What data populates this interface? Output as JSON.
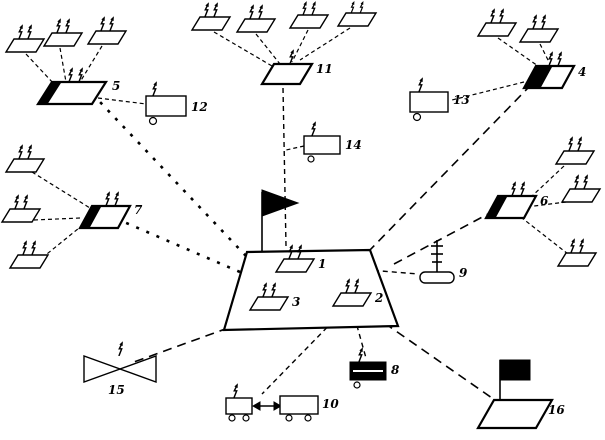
{
  "figure": {
    "colors": {
      "ink": "#000000",
      "paper": "#ffffff"
    },
    "nodes": {
      "n1": {
        "label": "1",
        "kind": "radio-set"
      },
      "n2": {
        "label": "2",
        "kind": "radio-set"
      },
      "n3": {
        "label": "3",
        "kind": "radio-set"
      },
      "n4": {
        "label": "4",
        "kind": "subordinate-post"
      },
      "n5": {
        "label": "5",
        "kind": "subordinate-post"
      },
      "n6": {
        "label": "6",
        "kind": "subordinate-post"
      },
      "n7": {
        "label": "7",
        "kind": "subordinate-post"
      },
      "n8": {
        "label": "8",
        "kind": "radio-station"
      },
      "n9": {
        "label": "9",
        "kind": "whip-antenna-receiver"
      },
      "n10": {
        "label": "10",
        "kind": "vehicle"
      },
      "n11": {
        "label": "11",
        "kind": "relay-post"
      },
      "n12": {
        "label": "12",
        "kind": "radio-station"
      },
      "n13": {
        "label": "13",
        "kind": "radio-station"
      },
      "n14": {
        "label": "14",
        "kind": "radio-station"
      },
      "n15": {
        "label": "15",
        "kind": "directional-antenna"
      },
      "n16": {
        "label": "16",
        "kind": "flagged-post"
      }
    }
  }
}
